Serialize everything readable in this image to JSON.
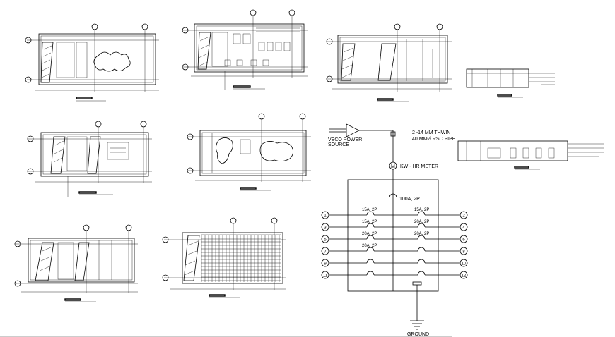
{
  "drawing": {
    "plans": [
      {
        "id": "plan-1"
      },
      {
        "id": "plan-2"
      },
      {
        "id": "plan-3"
      },
      {
        "id": "plan-4"
      },
      {
        "id": "plan-5"
      },
      {
        "id": "plan-6"
      },
      {
        "id": "plan-7"
      },
      {
        "id": "plan-8"
      },
      {
        "id": "plan-9"
      }
    ],
    "riser": {
      "source_label_1": "VECO POWER",
      "source_label_2": "SOURCE",
      "wire_label": "2 -14 MM  THWIN",
      "pipe_label": "40 MMØ RSC PIPE",
      "meter_symbol": "M",
      "meter_label": "KW - HR METER",
      "main_breaker": "100A, 2P",
      "ground_label": "GROUND",
      "left_breakers": [
        "15A, 2P",
        "15A, 2P",
        "20A, 2P",
        "20A, 2P",
        "",
        ""
      ],
      "right_breakers": [
        "15A, 2P",
        "20A, 2P",
        "20A, 2P",
        "",
        "",
        ""
      ],
      "left_circuits": [
        "1",
        "3",
        "5",
        "7",
        "9",
        "11"
      ],
      "right_circuits": [
        "2",
        "4",
        "6",
        "8",
        "10",
        "12"
      ]
    }
  }
}
